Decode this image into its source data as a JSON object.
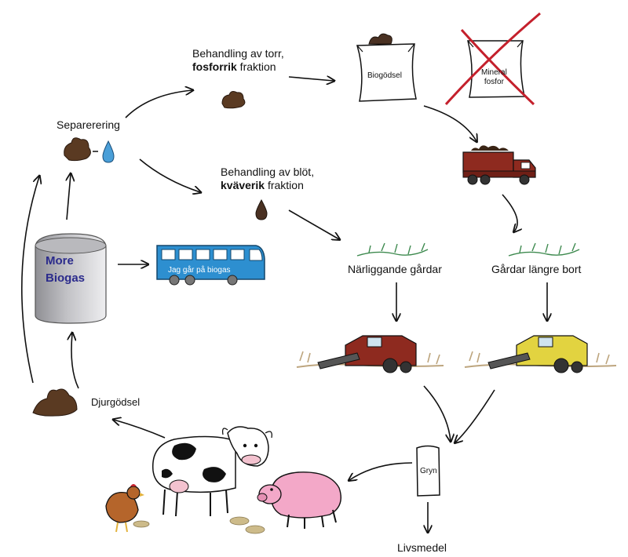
{
  "labels": {
    "separering": "Separerering",
    "torr_line1": "Behandling av torr,",
    "torr_bold": "fosforrik",
    "torr_rest": " fraktion",
    "blot_line1": "Behandling av blöt,",
    "blot_bold": "kväverik",
    "blot_rest": " fraktion",
    "biogodsel": "Biogödsel",
    "mineral_line1": "Mineral",
    "mineral_line2": "fosfor",
    "more_line1": "More",
    "more_line2": "Biogas",
    "bus_text": "Jag går på biogas",
    "narliggande": "Närliggande gårdar",
    "langre_bort": "Gårdar längre bort",
    "djurgodsel": "Djurgödsel",
    "gryn": "Gryn",
    "livsmedel": "Livsmedel"
  },
  "colors": {
    "manure": "#5a3a22",
    "water_drop": "#4a9fd8",
    "silo": "#a9a9ad",
    "silo_text": "#2b2b8c",
    "bus": "#2d8fd0",
    "truck": "#8e2a1f",
    "harvester_red": "#8e2a1f",
    "harvester_yellow": "#e2d340",
    "cross": "#c4202c",
    "cow_spots": "#111111",
    "pig": "#f3a8c8",
    "hen": "#b5652b",
    "crop": "#3e8a4f"
  }
}
